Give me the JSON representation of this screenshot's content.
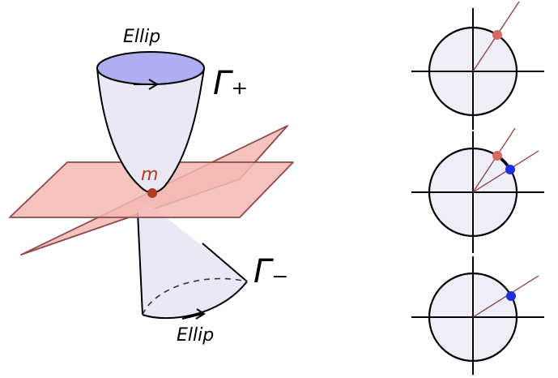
{
  "labels": {
    "ellip_top": "Ellip",
    "ellip_bottom": "Ellip",
    "gamma_plus": "Γ₊",
    "gamma_minus": "Γ₋",
    "point_m": "m"
  },
  "colors": {
    "cone_fill": "#e8e8f6",
    "cone_top_ellipse": "#aeaef0",
    "plane_fill": "#f2b9b4",
    "plane_stroke": "#8a4b48",
    "point_m": "#b13a22",
    "label_m": "#b13a22",
    "disk_fill": "#eeeef8",
    "ray": "#8b3c3c",
    "red_dot": "#d56b63",
    "blue_dot": "#1f2fe0",
    "ink": "#000000"
  },
  "panels": [
    {
      "id": "top",
      "dots": [
        "red"
      ]
    },
    {
      "id": "middle",
      "dots": [
        "red",
        "blue"
      ]
    },
    {
      "id": "bottom",
      "dots": [
        "blue"
      ]
    }
  ]
}
